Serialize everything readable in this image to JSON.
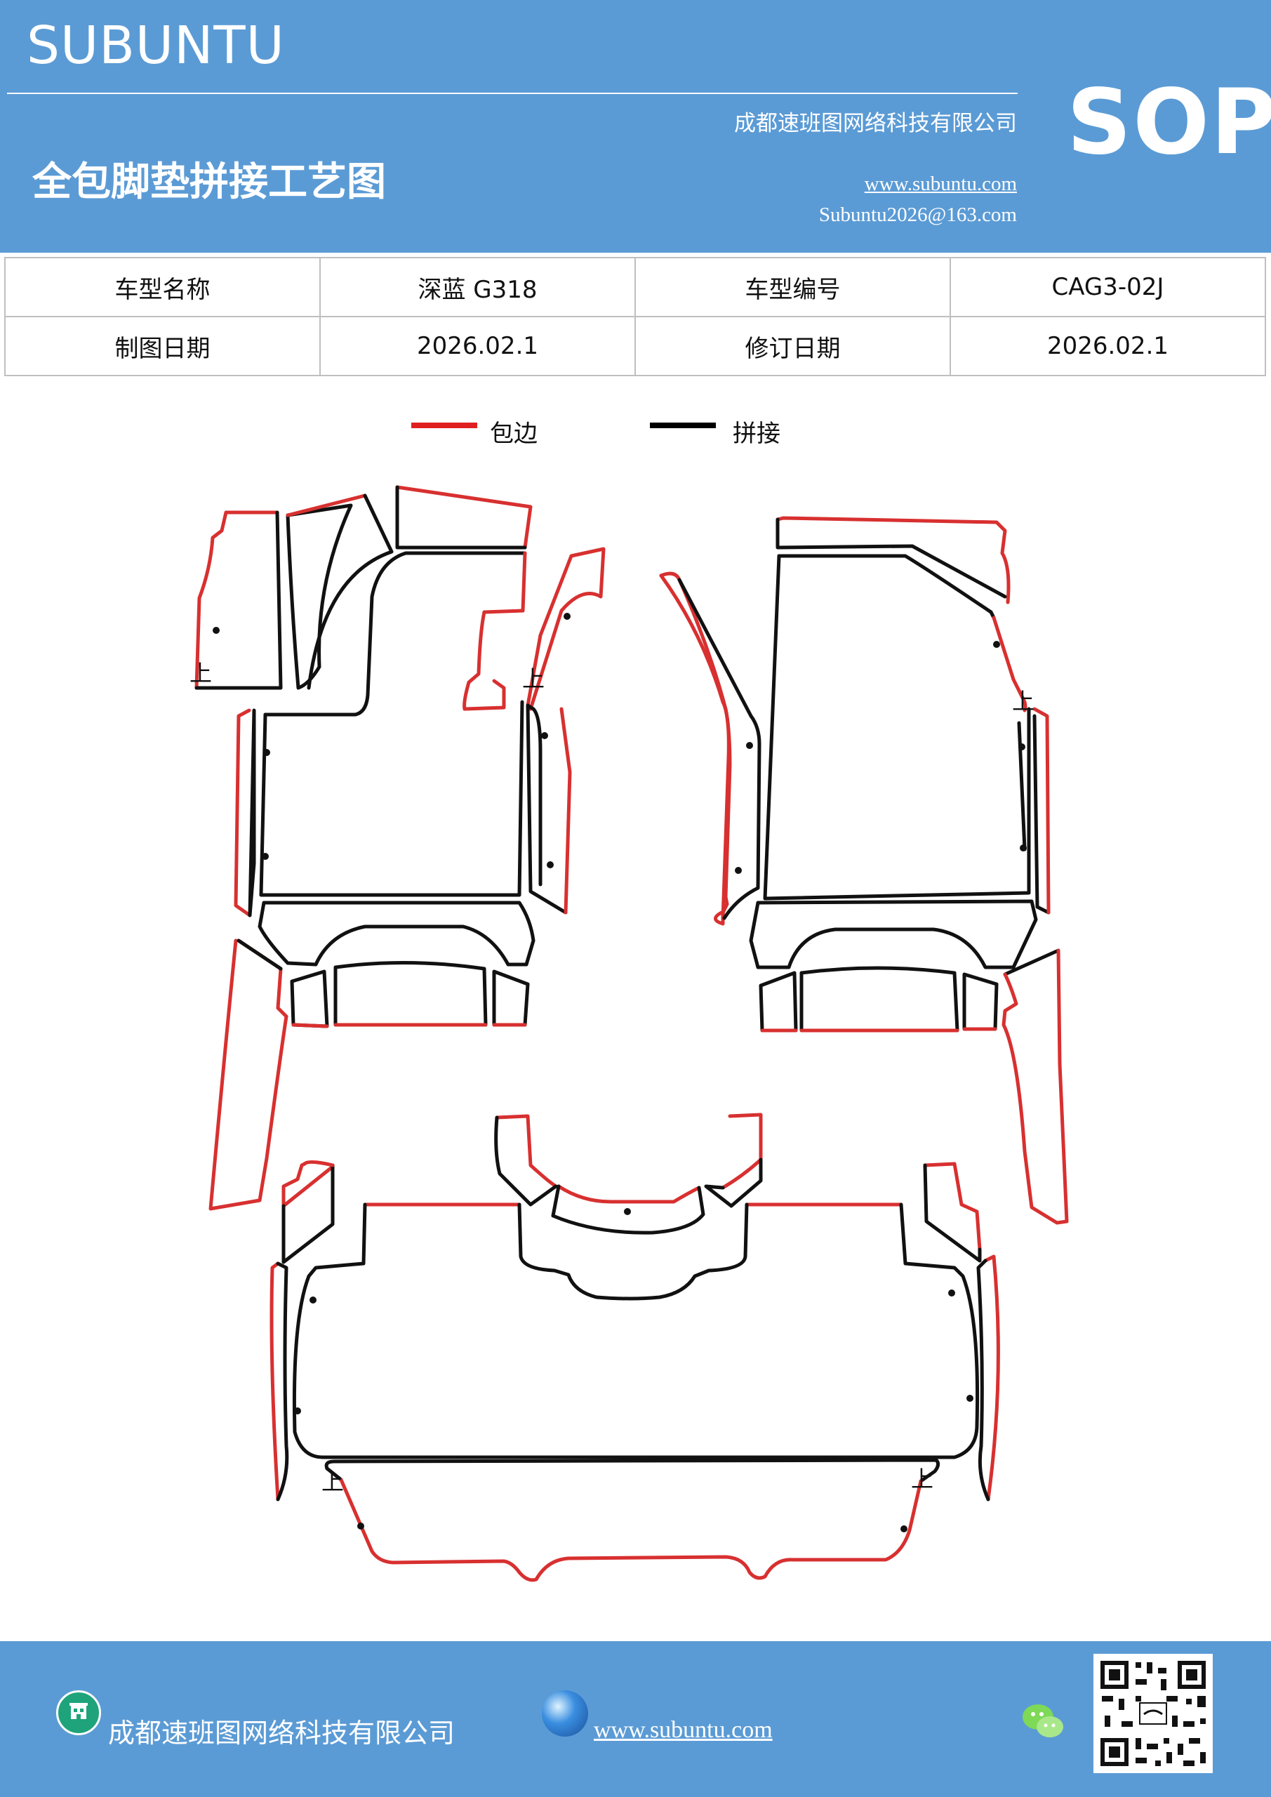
{
  "header": {
    "brand": "SUBUNTU",
    "company": "成都速班图网络科技有限公司",
    "doc_title": "全包脚垫拼接工艺图",
    "website": "www.subuntu.com",
    "email": "Subuntu2026@163.com",
    "badge": "SOP",
    "background_color": "#5b9bd5"
  },
  "info_table": {
    "rows": [
      {
        "label1": "车型名称",
        "value1": "深蓝 G318",
        "label2": "车型编号",
        "value2": "CAG3-02J"
      },
      {
        "label1": "制图日期",
        "value1": "2026.02.1",
        "label2": "修订日期",
        "value2": "2026.02.1"
      }
    ]
  },
  "legend": {
    "items": [
      {
        "label": "包边",
        "color": "#e02020"
      },
      {
        "label": "拼接",
        "color": "#000000"
      }
    ]
  },
  "diagram": {
    "mark_label": "上",
    "edge_color": "#d83030",
    "seam_color": "#111111"
  },
  "footer": {
    "company": "成都速班图网络科技有限公司",
    "website": "www.subuntu.com ",
    "icons": [
      "company-building-icon",
      "globe-icon",
      "wechat-icon",
      "qr-code"
    ]
  }
}
